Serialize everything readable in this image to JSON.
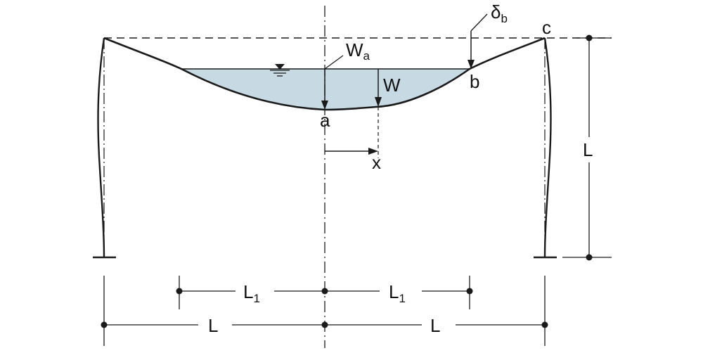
{
  "labels": {
    "point_a": "a",
    "point_b": "b",
    "point_c": "c",
    "wa_main": "W",
    "wa_sub": "a",
    "w": "W",
    "x": "x",
    "delta_main": "δ",
    "delta_sub": "b",
    "height_L": "L",
    "L1_left_main": "L",
    "L1_left_sub": "1",
    "L1_right_main": "L",
    "L1_right_sub": "1",
    "span_left_L": "L",
    "span_right_L": "L"
  },
  "colors": {
    "water_fill": "#c7d9e2",
    "line": "#1a1a1a"
  },
  "icons": {
    "water_level": "water-level-symbol"
  }
}
